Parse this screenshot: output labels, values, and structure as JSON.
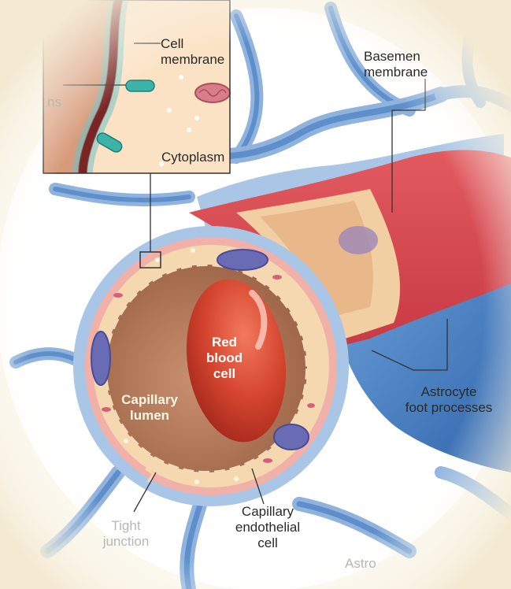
{
  "labels": {
    "cell_membrane": "Cell\nmembrane",
    "basement_membrane": "Basemen\nmembrane",
    "cytoplasm": "Cytoplasm",
    "inset_left_partial": "ns",
    "red_blood_cell": "Red\nblood\ncell",
    "capillary_lumen": "Capillary\nlumen",
    "astrocyte_foot_processes": "Astrocyte\nfoot processes",
    "tight_junction_partial": "Tight\njunction",
    "capillary_endothelial_cell": "Capillary\nendothelial\ncell",
    "astrocyte_partial": "Astro"
  },
  "colors": {
    "background": "#fbf7ec",
    "astrocyte_blue": "#4f86c6",
    "astrocyte_light": "#a9c6e6",
    "basement_red": "#d9474f",
    "vessel_wall_pink": "#f1b0a8",
    "endothelium_tan": "#f2cfa2",
    "lumen_brown": "#b97e5c",
    "rbc_red": "#d2412e",
    "nucleus_purple": "#6a6bb5",
    "protein_teal": "#3bb3a8"
  }
}
